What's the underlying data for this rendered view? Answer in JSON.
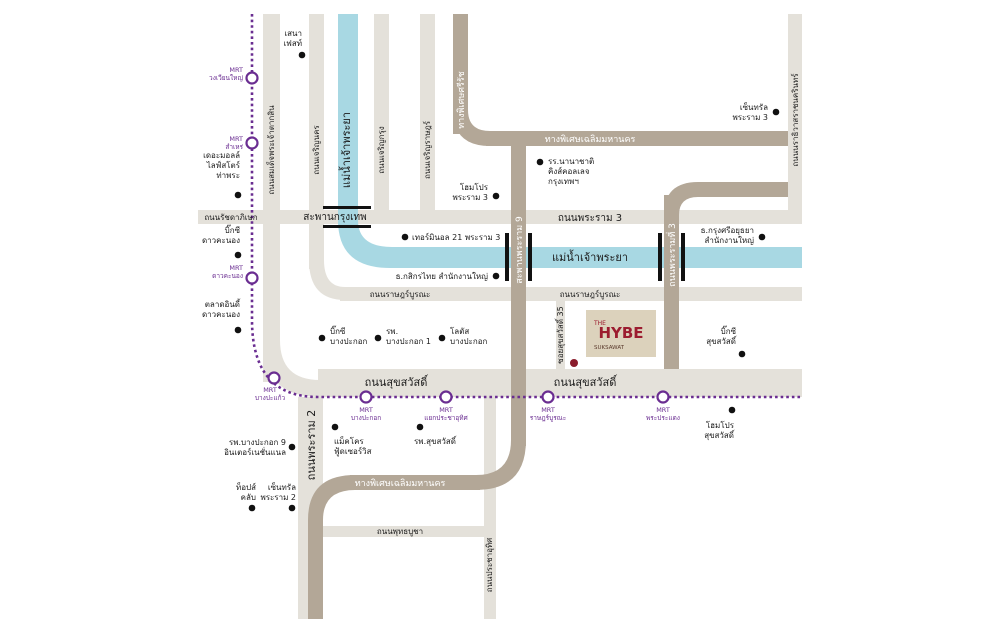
{
  "colors": {
    "road": "#e4e1da",
    "expressway": "#b3a797",
    "river": "#a8d8e3",
    "mrt_line": "#6a2d91",
    "project_marker": "#8a1c2c",
    "project_box": "#dcd2bc",
    "project_brand": "#9c1c2f",
    "bridge": "#111111"
  },
  "river": {
    "name": "แม่น้ำเจ้าพระยา",
    "name2": "แม่น้ำเจ้าพระยา"
  },
  "expressways": {
    "top": "ทางพิเศษเฉลิมมหานคร",
    "bottom": "ทางพิเศษเฉลิมมหานคร",
    "sirat": "ทางพิเศษศรีรัช",
    "mid_vertical": "สะพานพระราม 9",
    "right_vertical": "ถนนพระรามที่ 3"
  },
  "roads": {
    "suksawat_left": "ถนนสุขสวัสดิ์",
    "suksawat_right": "ถนนสุขสวัสดิ์",
    "rama3": "ถนนพระราม 3",
    "ratburana_left": "ถนนราษฎร์บูรณะ",
    "ratburana_right": "ถนนราษฎร์บูรณะ",
    "rama2": "ถนนพระราม 2",
    "somdet": "ถนนสมเด็จพระเจ้าตากสิน",
    "rachadaphisek": "ถนนรัชดาภิเษก",
    "charoen_krung": "ถนนเจริญกรุง",
    "charoen_nakhon": "ถนนเจริญนคร",
    "charoen_rat": "ถนนเจริญราษฎร์",
    "narathiwat": "ถนนนราธิวาสราชนครินทร์",
    "phutthabucha": "ถนนพุทธบูชา",
    "pracha_uthit": "ถนนประชาอุทิศ",
    "soi35": "ซอยสุขสวัสดิ์ 35"
  },
  "bridge": {
    "krungthep": "สะพานกรุงเทพ"
  },
  "mrt": [
    {
      "id": "wongwian",
      "line1": "MRT",
      "line2": "วงเวียนใหญ่"
    },
    {
      "id": "samre",
      "line1": "MRT",
      "line2": "สำเหร่"
    },
    {
      "id": "talatphlu",
      "line1": "MRT",
      "line2": "ดาวคะนอง"
    },
    {
      "id": "bangpakaeo",
      "line1": "MRT",
      "line2": "บางปะแก้ว"
    },
    {
      "id": "bangpakok",
      "line1": "MRT",
      "line2": "บางปะกอก"
    },
    {
      "id": "prachauthit",
      "line1": "MRT",
      "line2": "แยกประชาอุทิศ"
    },
    {
      "id": "ratburana",
      "line1": "MRT",
      "line2": "ราษฎร์บูรณะ"
    },
    {
      "id": "phrapradaeng",
      "line1": "MRT",
      "line2": "พระประแดง"
    }
  ],
  "pois": {
    "seren": [
      "เสนา",
      "เฟสท์"
    ],
    "laemchabang": [
      "เดอะมอลล์",
      "ไลฟ์สโตร์",
      "ท่าพระ"
    ],
    "bigc_dao": [
      "บิ๊กซี",
      "ดาวคะนอง"
    ],
    "talat_dao": [
      "ตลาดอินดี้",
      "ดาวคะนอง"
    ],
    "nanachat": [
      "รร.นานาชาติ",
      "คิงส์คอลเลจ",
      "กรุงเทพฯ"
    ],
    "homepro_r3": [
      "โฮมโปร",
      "พระราม 3"
    ],
    "central_r3": [
      "เซ็นทรัล",
      "พระราม 3"
    ],
    "terminal21": "เทอร์มินอล 21 พระราม 3",
    "kasikorn": "ธ.กสิกรไทย สำนักงานใหญ่",
    "krungsri": [
      "ธ.กรุงศรีอยุธยา",
      "สำนักงานใหญ่"
    ],
    "bigc_bpk": [
      "บิ๊กซี",
      "บางปะกอก"
    ],
    "hosp_bpk1": [
      "รพ.",
      "บางปะกอก 1"
    ],
    "lotus_bpk": [
      "โลตัส",
      "บางปะกอก"
    ],
    "bigc_suk": [
      "บิ๊กซี",
      "สุขสวัสดิ์"
    ],
    "homepro_suk": [
      "โฮมโปร",
      "สุขสวัสดิ์"
    ],
    "hosp_bpk9": [
      "รพ.บางปะกอก 9",
      "อินเตอร์เนชั่นแนล"
    ],
    "makro": [
      "แม็คโคร",
      "ฟู้ดเซอร์วิส"
    ],
    "hosp_suk": "รพ.สุขสวัสดิ์",
    "tops": [
      "ท็อปส์",
      "คลับ"
    ],
    "central_r2": [
      "เซ็นทรัล",
      "พระราม 2"
    ]
  },
  "project": {
    "prefix": "THE",
    "brand": "HYBE",
    "sub": "SUKSAWAT"
  }
}
